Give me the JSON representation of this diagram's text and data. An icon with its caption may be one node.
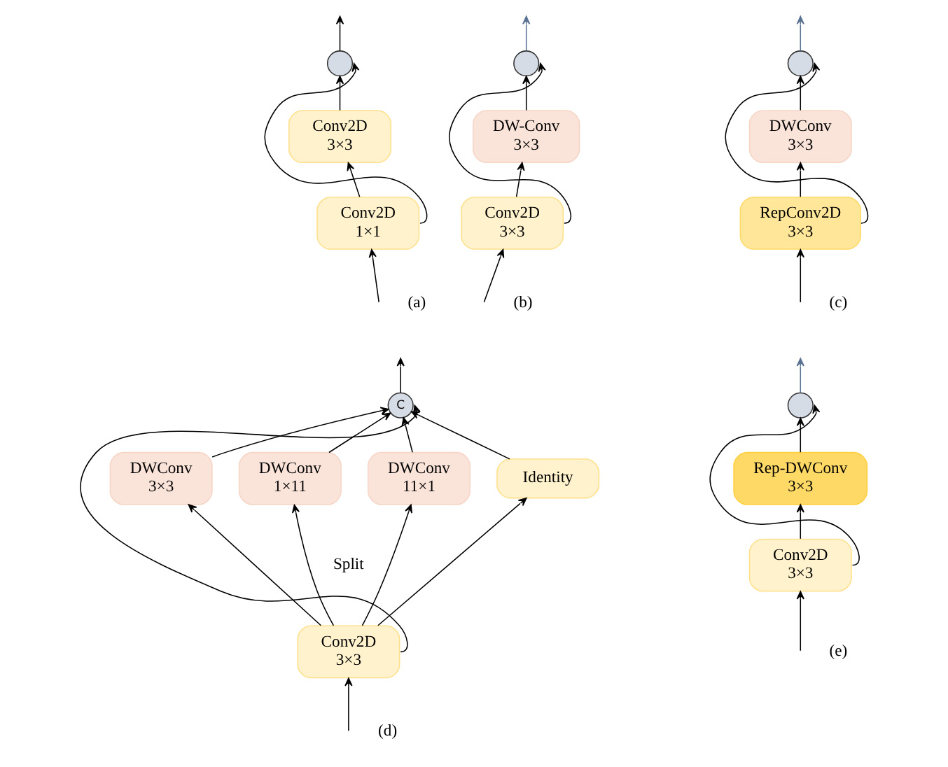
{
  "diagram": {
    "nodes": [
      {
        "text": [],
        "shape": "circle"
      },
      {
        "text": [
          "Conv2D",
          "3×3"
        ]
      },
      {
        "text": [
          "Conv2D",
          "1×1"
        ]
      },
      {
        "text": [],
        "shape": "circle"
      },
      {
        "text": [
          "DW-Conv",
          "3×3"
        ]
      },
      {
        "text": [
          "Conv2D",
          "3×3"
        ]
      },
      {
        "text": [],
        "shape": "circle"
      },
      {
        "text": [
          "DWConv",
          "3×3"
        ]
      },
      {
        "text": [
          "RepConv2D",
          "3×3"
        ]
      },
      {
        "text": [
          "C"
        ]
      },
      {
        "text": [
          "DWConv",
          "3×3"
        ]
      },
      {
        "text": [
          "DWConv",
          "1×11"
        ]
      },
      {
        "text": [
          "DWConv",
          "11×1"
        ]
      },
      {
        "text": [
          "Identity"
        ]
      },
      {
        "text": [
          "Conv2D",
          "3×3"
        ]
      },
      {
        "text": [],
        "shape": "circle"
      },
      {
        "text": [
          "Rep-DWConv",
          "3×3"
        ]
      },
      {
        "text": [
          "Conv2D",
          "3×3"
        ]
      }
    ],
    "edges": [
      {
        "from": null,
        "to": 2,
        "arrow": "to"
      },
      {
        "from": 2,
        "to": 1,
        "arrow": "to"
      },
      {
        "from": 1,
        "to": 0,
        "arrow": "to"
      },
      {
        "from": 2,
        "to": 0,
        "arrow": "to"
      },
      {
        "from": 0,
        "to": null,
        "arrow": "to"
      },
      {
        "from": null,
        "to": 5,
        "arrow": "to"
      },
      {
        "from": 5,
        "to": 4,
        "arrow": "to"
      },
      {
        "from": 4,
        "to": 3,
        "arrow": "to"
      },
      {
        "from": 5,
        "to": 3,
        "arrow": "to"
      },
      {
        "from": 3,
        "to": null,
        "arrow": "to",
        "color": "#5b7393"
      },
      {
        "from": null,
        "to": 8,
        "arrow": "to"
      },
      {
        "from": 8,
        "to": 7,
        "arrow": "to"
      },
      {
        "from": 7,
        "to": 6,
        "arrow": "to"
      },
      {
        "from": 8,
        "to": 6,
        "arrow": "to"
      },
      {
        "from": 6,
        "to": null,
        "arrow": "to",
        "color": "#5b7393"
      },
      {
        "from": null,
        "to": 14,
        "arrow": "to"
      },
      {
        "from": 14,
        "to": 10,
        "arrow": "to"
      },
      {
        "from": 14,
        "to": 11,
        "arrow": "to"
      },
      {
        "from": 14,
        "to": 12,
        "arrow": "to"
      },
      {
        "from": 14,
        "to": 13,
        "arrow": "to"
      },
      {
        "from": 10,
        "to": 9,
        "arrow": "to"
      },
      {
        "from": 11,
        "to": 9,
        "arrow": "to"
      },
      {
        "from": 12,
        "to": 9,
        "arrow": "to"
      },
      {
        "from": 13,
        "to": 9,
        "arrow": "to"
      },
      {
        "from": 14,
        "to": 9,
        "arrow": "to"
      },
      {
        "from": 9,
        "to": null,
        "arrow": "to"
      },
      {
        "from": null,
        "to": 17,
        "arrow": "to"
      },
      {
        "from": 17,
        "to": 16,
        "arrow": "to"
      },
      {
        "from": 16,
        "to": 15,
        "arrow": "to"
      },
      {
        "from": 17,
        "to": 15,
        "arrow": "to"
      },
      {
        "from": 15,
        "to": null,
        "arrow": "to",
        "color": "#5b7393"
      }
    ],
    "labels": [
      "(a)",
      "(b)",
      "(c)",
      "Split",
      "(d)",
      "(e)"
    ]
  }
}
